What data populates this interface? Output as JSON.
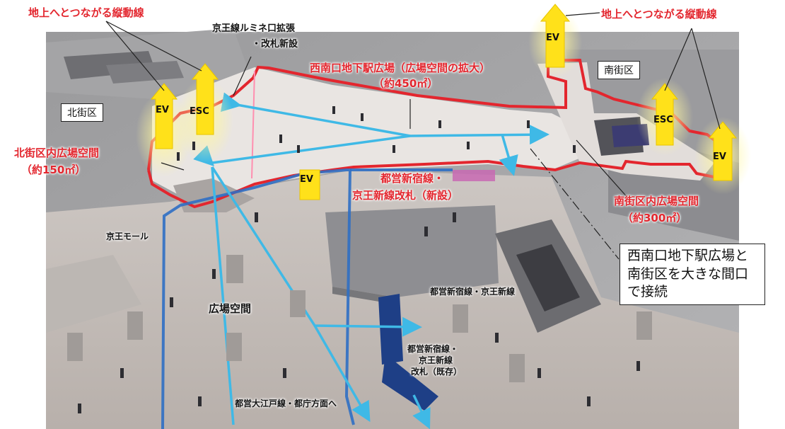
{
  "labels": {
    "vertical_left": "地上へとつながる縦動線",
    "vertical_right": "地上へとつながる縦動線",
    "keio_lumine": "京王線ルミネ口拡張",
    "keio_gate_new": "・改札新設",
    "west_south_plaza": "西南口地下駅広場（広場空間の拡大）",
    "west_south_area": "（約450㎡）",
    "north_plaza": "北街区内広場空間",
    "north_area": "（約150㎡）",
    "toei_keio_gate_l1": "都営新宿線・",
    "toei_keio_gate_l2": "京王新線改札（新設）",
    "south_plaza": "南街区内広場空間",
    "south_area": "（約300㎡）",
    "keio_mall": "京王モール",
    "plaza_space": "広場空間",
    "toei_keio_lines": "都営新宿線・京王新線",
    "existing_gate_l1": "都営新宿線・",
    "existing_gate_l2": "京王新線",
    "existing_gate_l3": "改札（既存）",
    "oedo": "都営大江戸線・都庁方面へ",
    "north_block": "北街区",
    "south_block": "南街区",
    "callout": "西南口地下駅広場と南街区を大きな間口で接続"
  },
  "markers": {
    "ev": "EV",
    "esc": "ESC"
  },
  "colors": {
    "red_outline": "#e3262e",
    "cyan_route": "#3fb9e6",
    "blue_route": "#2f6fc4",
    "elevator_yellow": "#ffe11a"
  }
}
